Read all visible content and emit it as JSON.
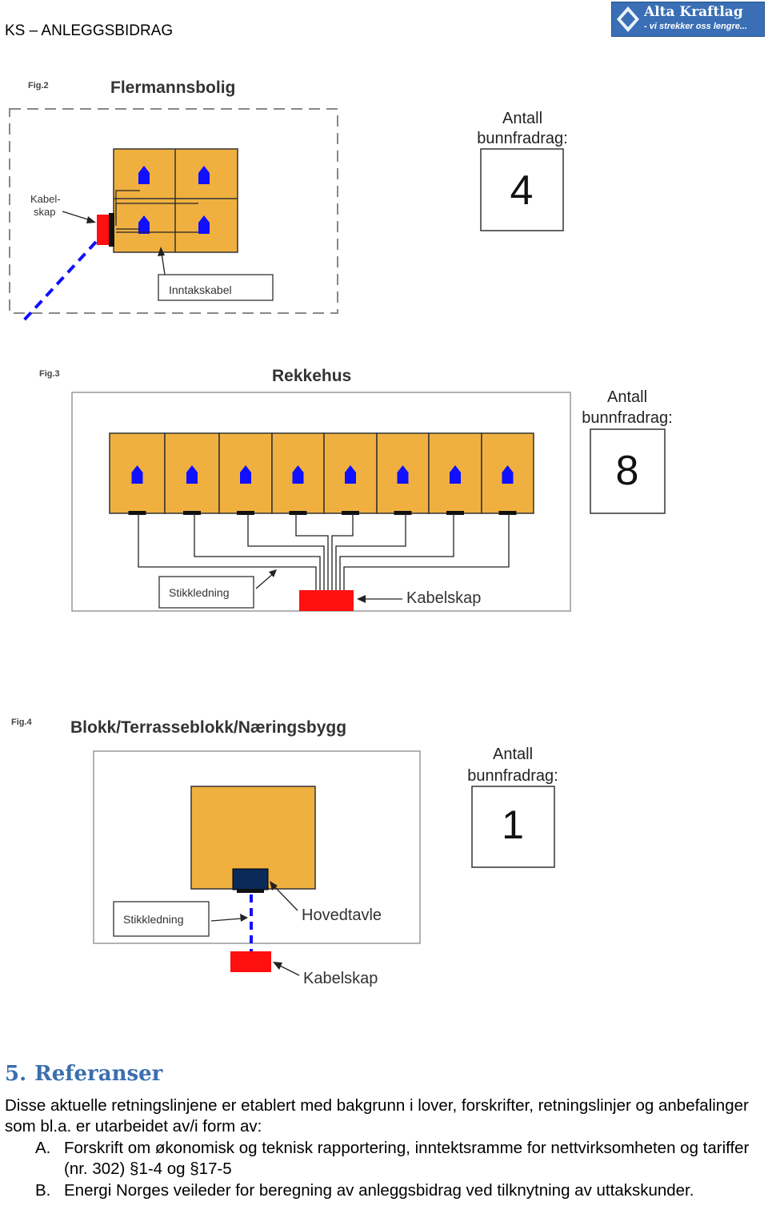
{
  "header": {
    "title": "KS – ANLEGGSBIDRAG"
  },
  "logo": {
    "name": "Alta Kraftlag",
    "tagline": "- vi strekker oss lengre..."
  },
  "fig2": {
    "fig_label": "Fig.2",
    "title": "Flermannsbolig",
    "cabinet_label_line1": "Kabel-",
    "cabinet_label_line2": "skap",
    "intake_label": "Inntakskabel",
    "count_label_line1": "Antall",
    "count_label_line2": "bunnfradrag:",
    "count": "4"
  },
  "fig3": {
    "fig_label": "Fig.3",
    "title": "Rekkehus",
    "service_label": "Stikkledning",
    "cabinet_label": "Kabelskap",
    "count_label_line1": "Antall",
    "count_label_line2": "bunnfradrag:",
    "count": "8"
  },
  "fig4": {
    "fig_label": "Fig.4",
    "title": "Blokk/Terrasseblokk/Næringsbygg",
    "service_label": "Stikkledning",
    "panel_label": "Hovedtavle",
    "cabinet_label": "Kabelskap",
    "count_label_line1": "Antall",
    "count_label_line2": "bunnfradrag:",
    "count": "1"
  },
  "section": {
    "number": "5.",
    "title": "Referanser",
    "intro": "Disse aktuelle retningslinjene er etablert med bakgrunn i lover, forskrifter, retningslinjer og anbefalinger som bl.a. er utarbeidet av/i form av:",
    "items": [
      {
        "marker": "A.",
        "text": "Forskrift om økonomisk og teknisk rapportering, inntektsramme for nettvirksomheten og tariffer (nr. 302) §1-4 og §17-5"
      },
      {
        "marker": "B.",
        "text": "Energi Norges veileder for beregning av anleggsbidrag ved tilknytning av uttakskunder."
      }
    ]
  },
  "colors": {
    "building": "#f0b040",
    "cabinet": "#ff1010",
    "meter": "#1010ff",
    "panel": "#0a2a5a",
    "heading": "#3b6fae",
    "logo_bg": "#3a6fb5"
  }
}
